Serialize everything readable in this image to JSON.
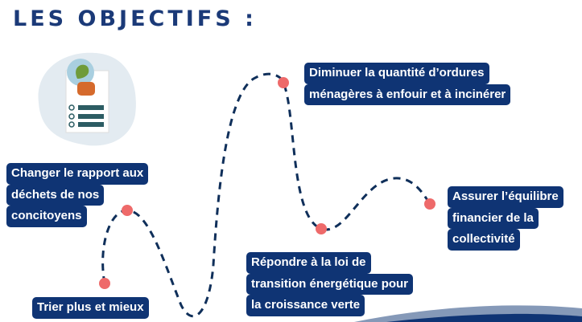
{
  "title": "LES OBJECTIFS :",
  "colors": {
    "navy": "#0f3474",
    "dot": "#ee6a6a",
    "blob": "#e3ebf1"
  },
  "objectives": [
    {
      "lines": [
        "Diminuer la quantité d’ordures",
        "ménagères à enfouir et à incinérer"
      ]
    },
    {
      "lines": [
        "Changer le rapport aux",
        "déchets de nos",
        "concitoyens"
      ]
    },
    {
      "lines": [
        "Assurer l’équilibre",
        "financier de la",
        "collectivité"
      ]
    },
    {
      "lines": [
        "Répondre à la loi de",
        "transition énergétique pour",
        "la croissance verte"
      ]
    },
    {
      "lines": [
        "Trier plus et mieux"
      ]
    }
  ]
}
